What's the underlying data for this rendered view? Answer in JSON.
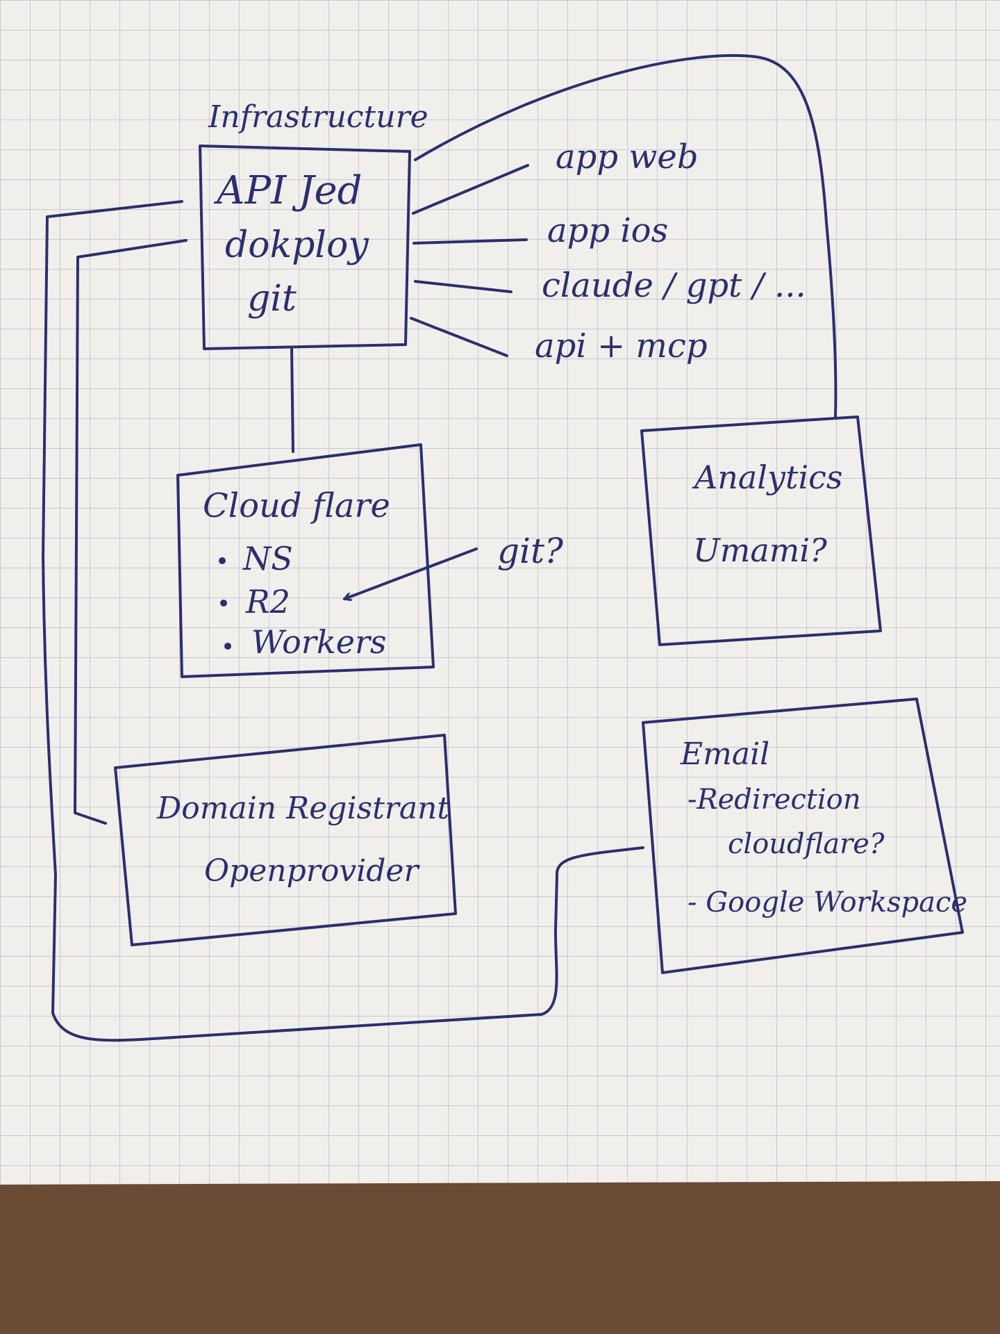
{
  "title": "Infrastructure",
  "colors": {
    "ink": "#2b2f6e",
    "paper": "#f1efeb",
    "grid": "#b9bccb",
    "table": "#6b4a36"
  },
  "core": {
    "line1": "API Jed",
    "line2": "dokploy",
    "line3": "git"
  },
  "clients": [
    "app web",
    "app ios",
    "claude / gpt / ...",
    "api + mcp"
  ],
  "cloudflare": {
    "title": "Cloud flare",
    "items": [
      "NS",
      "R2",
      "Workers"
    ]
  },
  "git_note": "git?",
  "analytics": {
    "title": "Analytics",
    "tool": "Umami?"
  },
  "domain": {
    "title": "Domain Registrant",
    "provider": "Openprovider"
  },
  "email": {
    "title": "Email",
    "items": [
      "-Redirection",
      "cloudflare?",
      "- Google Workspace"
    ]
  }
}
